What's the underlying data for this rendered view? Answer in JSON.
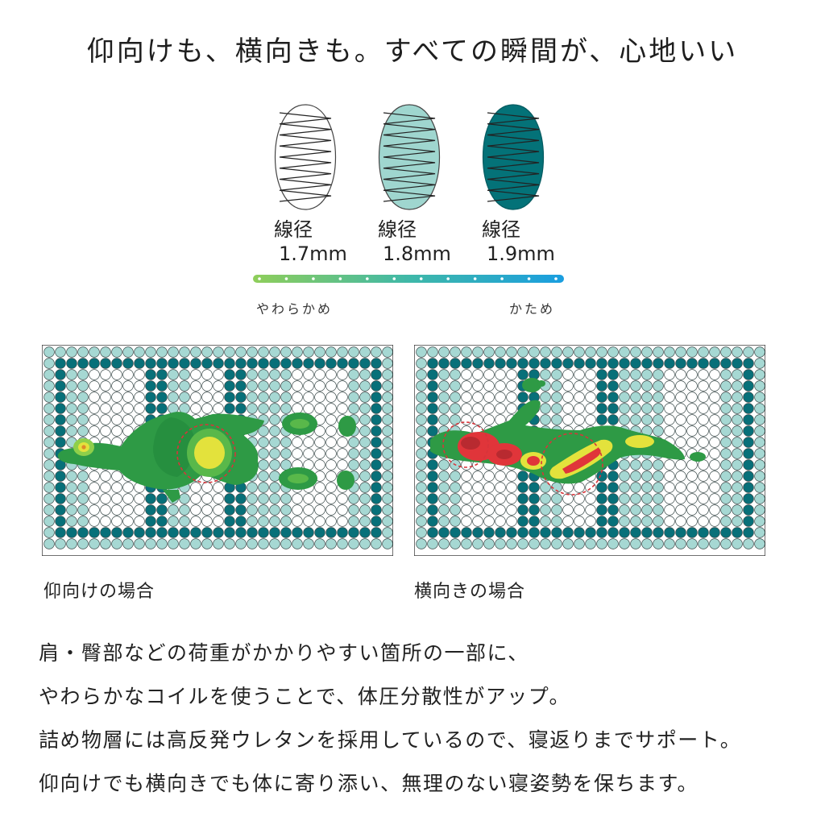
{
  "headline": "仰向けも、横向きも。すべての瞬間が、心地いい",
  "coils": [
    {
      "label": "線径",
      "value": "1.7mm",
      "color": "#ffffff"
    },
    {
      "label": "線径",
      "value": "1.8mm",
      "color": "#9fd6cf"
    },
    {
      "label": "線径",
      "value": "1.9mm",
      "color": "#047278"
    }
  ],
  "firmness_scale": {
    "soft_label": "やわらかめ",
    "hard_label": "かため",
    "start_color": "#8fce5a",
    "end_color": "#1a9ee0",
    "dot_count": 12
  },
  "panels": [
    {
      "caption": "仰向けの場合"
    },
    {
      "caption": "横向きの場合"
    }
  ],
  "colors": {
    "dark_teal": "#087079",
    "light_teal": "#a6d8d3",
    "pressure_green": "#2e9a45",
    "pressure_yellow": "#e3e23c",
    "pressure_red": "#e0353a"
  },
  "body_lines": [
    "肩・臀部などの荷重がかかりやすい箇所の一部に、",
    "やわらかなコイルを使うことで、体圧分散性がアップ。",
    "詰め物層には高反発ウレタンを採用しているので、寝返りまでサポート。",
    "仰向けでも横向きでも体に寄り添い、無理のない寝姿勢を保ちます。"
  ]
}
